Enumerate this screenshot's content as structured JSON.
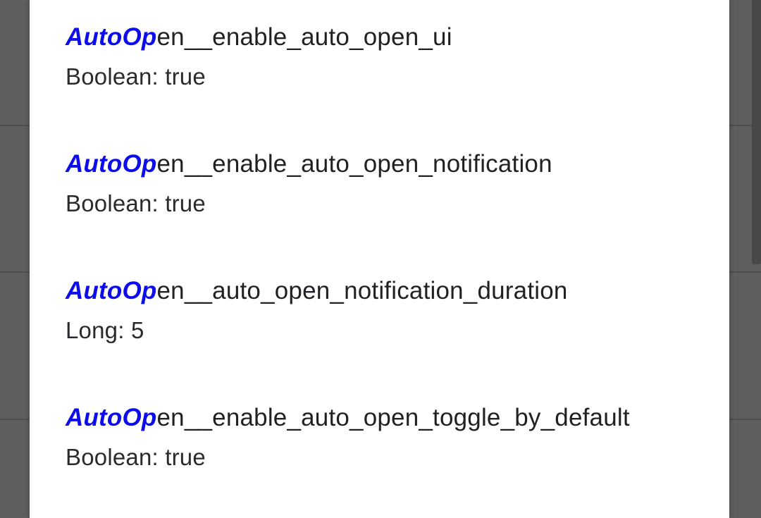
{
  "colors": {
    "backdrop": "#5e5e5e",
    "divider": "#4f4f4f",
    "scrollbar_thumb": "#484848",
    "panel_bg": "#ffffff",
    "flag_name": "#1f2124",
    "flag_value": "#292b2e",
    "match_highlight": "#0d0deb"
  },
  "search_match": "AutoOp",
  "results": [
    {
      "name_highlight": "AutoOp",
      "name_rest": "en__enable_auto_open_ui",
      "value": "Boolean: true"
    },
    {
      "name_highlight": "AutoOp",
      "name_rest": "en__enable_auto_open_notification",
      "value": "Boolean: true"
    },
    {
      "name_highlight": "AutoOp",
      "name_rest": "en__auto_open_notification_duration",
      "value": "Long: 5"
    },
    {
      "name_highlight": "AutoOp",
      "name_rest": "en__enable_auto_open_toggle_by_default",
      "value": "Boolean: true"
    }
  ]
}
